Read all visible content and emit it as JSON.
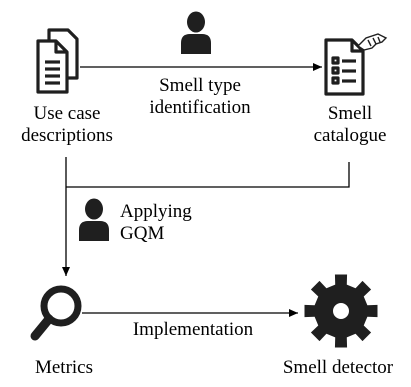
{
  "nodes": {
    "use_case_descriptions": {
      "line1": "Use case",
      "line2": "descriptions",
      "icon": "document-stack-icon"
    },
    "smell_catalogue": {
      "line1": "Smell",
      "line2": "catalogue",
      "icon": "catalogue-list-icon"
    },
    "metrics": {
      "label": "Metrics",
      "icon": "magnifier-icon"
    },
    "smell_detector": {
      "label": "Smell detector",
      "icon": "gear-icon"
    }
  },
  "edges": {
    "smell_type_identification": {
      "line1": "Smell type",
      "line2": "identification",
      "actor_icon": "person-icon"
    },
    "applying_gqm": {
      "line1": "Applying",
      "line2": "GQM",
      "actor_icon": "person-icon"
    },
    "implementation": {
      "label": "Implementation"
    }
  },
  "colors": {
    "icon": "#1f1f1f",
    "line": "#000000",
    "background": "#ffffff"
  }
}
